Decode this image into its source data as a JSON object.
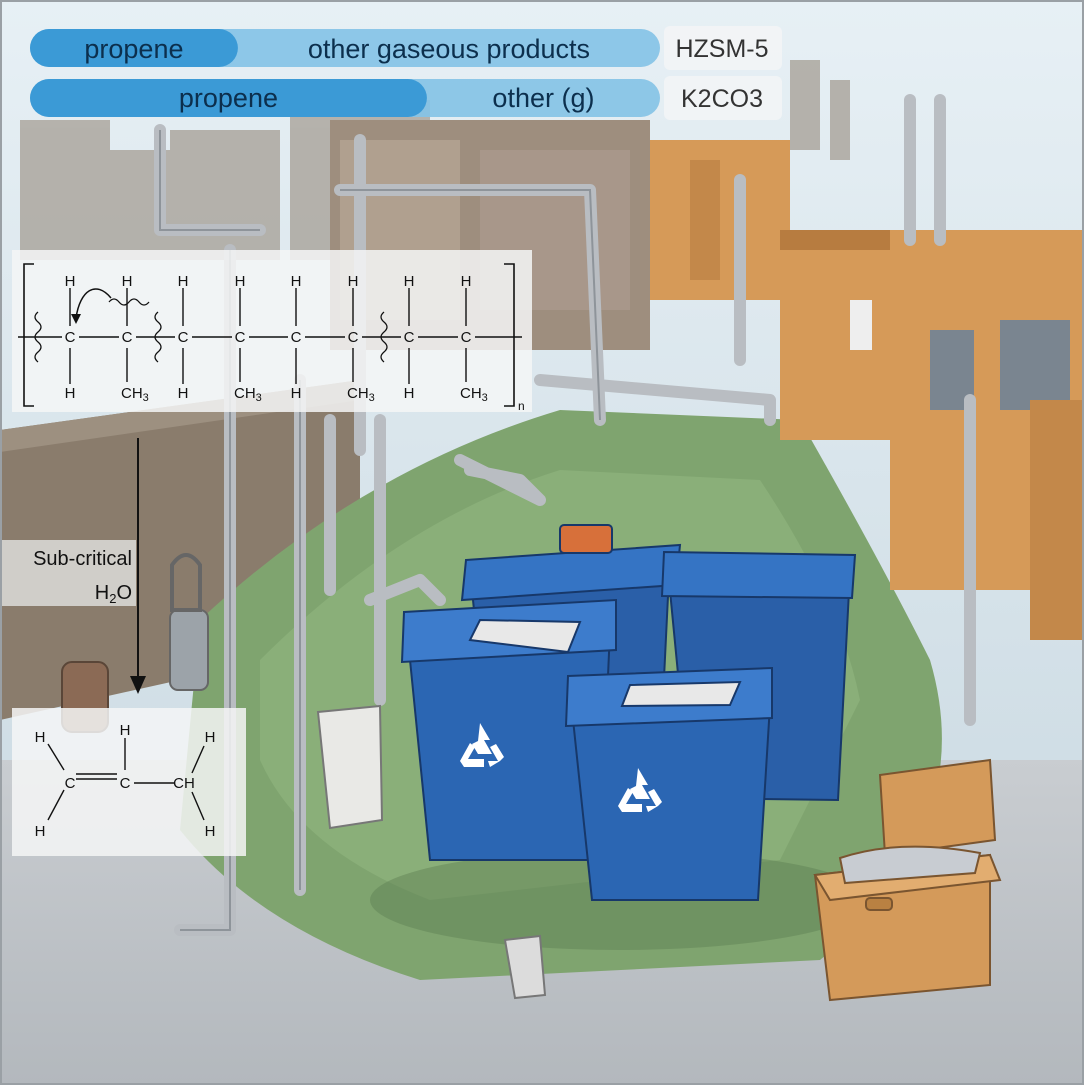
{
  "bars": {
    "row1": {
      "seg1": "propene",
      "seg2": "other gaseous products",
      "catalyst": "HZSM-5",
      "propene_fraction": 0.33
    },
    "row2": {
      "seg1": "propene",
      "seg2": "other (g)",
      "catalyst": "K2CO3",
      "propene_fraction": 0.63
    }
  },
  "polymer": {
    "h": "H",
    "c": "C",
    "ch3": "CH",
    "sub3": "3",
    "n": "n"
  },
  "arrow_label": {
    "line1": "Sub-critical",
    "h2o_h": "H",
    "h2o_2": "2",
    "h2o_o": "O"
  },
  "propene_molecule": {
    "h": "H",
    "c": "C",
    "ch": "CH"
  },
  "colors": {
    "propene_bar": "#3b9ad6",
    "other_bar": "#86c3e6",
    "sky": "#c9dde8",
    "ground": "#7fa46f",
    "bin_blue": "#2b66b3",
    "building_tan": "#d69a58"
  }
}
